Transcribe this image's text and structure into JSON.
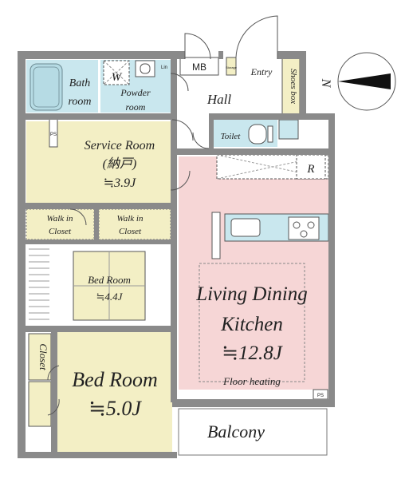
{
  "rooms": {
    "bath": {
      "line1": "Bath",
      "line2": "room",
      "color": "#c9e7ee"
    },
    "washer": {
      "label": "W"
    },
    "powder": {
      "line1": "Powder",
      "line2": "room",
      "color": "#c9e7ee"
    },
    "mb": {
      "label": "MB"
    },
    "storage": {
      "label": "Storage"
    },
    "entry": {
      "label": "Entry"
    },
    "shoes": {
      "label": "Shoes box",
      "color": "#f3efc5"
    },
    "hall": {
      "label": "Hall"
    },
    "toilet": {
      "label": "Toilet",
      "color": "#c9e7ee"
    },
    "ps": {
      "label": "PS"
    },
    "ps_small": {
      "label": "PS"
    },
    "ps_ldk": {
      "label": "PS"
    },
    "fridge": {
      "label": "R"
    },
    "service": {
      "line1": "Service Room",
      "line2": "(納戸)",
      "line3": "≒3.9J",
      "color": "#f3efc5"
    },
    "walkin_left": {
      "line1": "Walk in",
      "line2": "Closet",
      "color": "#f3efc5"
    },
    "walkin_right": {
      "line1": "Walk in",
      "line2": "Closet",
      "color": "#f3efc5"
    },
    "bed_small": {
      "line1": "Bed Room",
      "line2": "≒4.4J",
      "color": "#f3efc5"
    },
    "bed_large": {
      "line1": "Bed Room",
      "line2": "≒5.0J",
      "color": "#f3efc5"
    },
    "closet": {
      "label": "Closet",
      "color": "#f3efc5"
    },
    "ldk": {
      "line1": "Living Dining",
      "line2": "Kitchen",
      "line3": "≒12.8J",
      "line4": "Floor heating",
      "color": "#f6d6d6"
    },
    "balcony": {
      "label": "Balcony"
    },
    "lin": {
      "label": "Lin"
    }
  },
  "compass": {
    "label": "N"
  }
}
